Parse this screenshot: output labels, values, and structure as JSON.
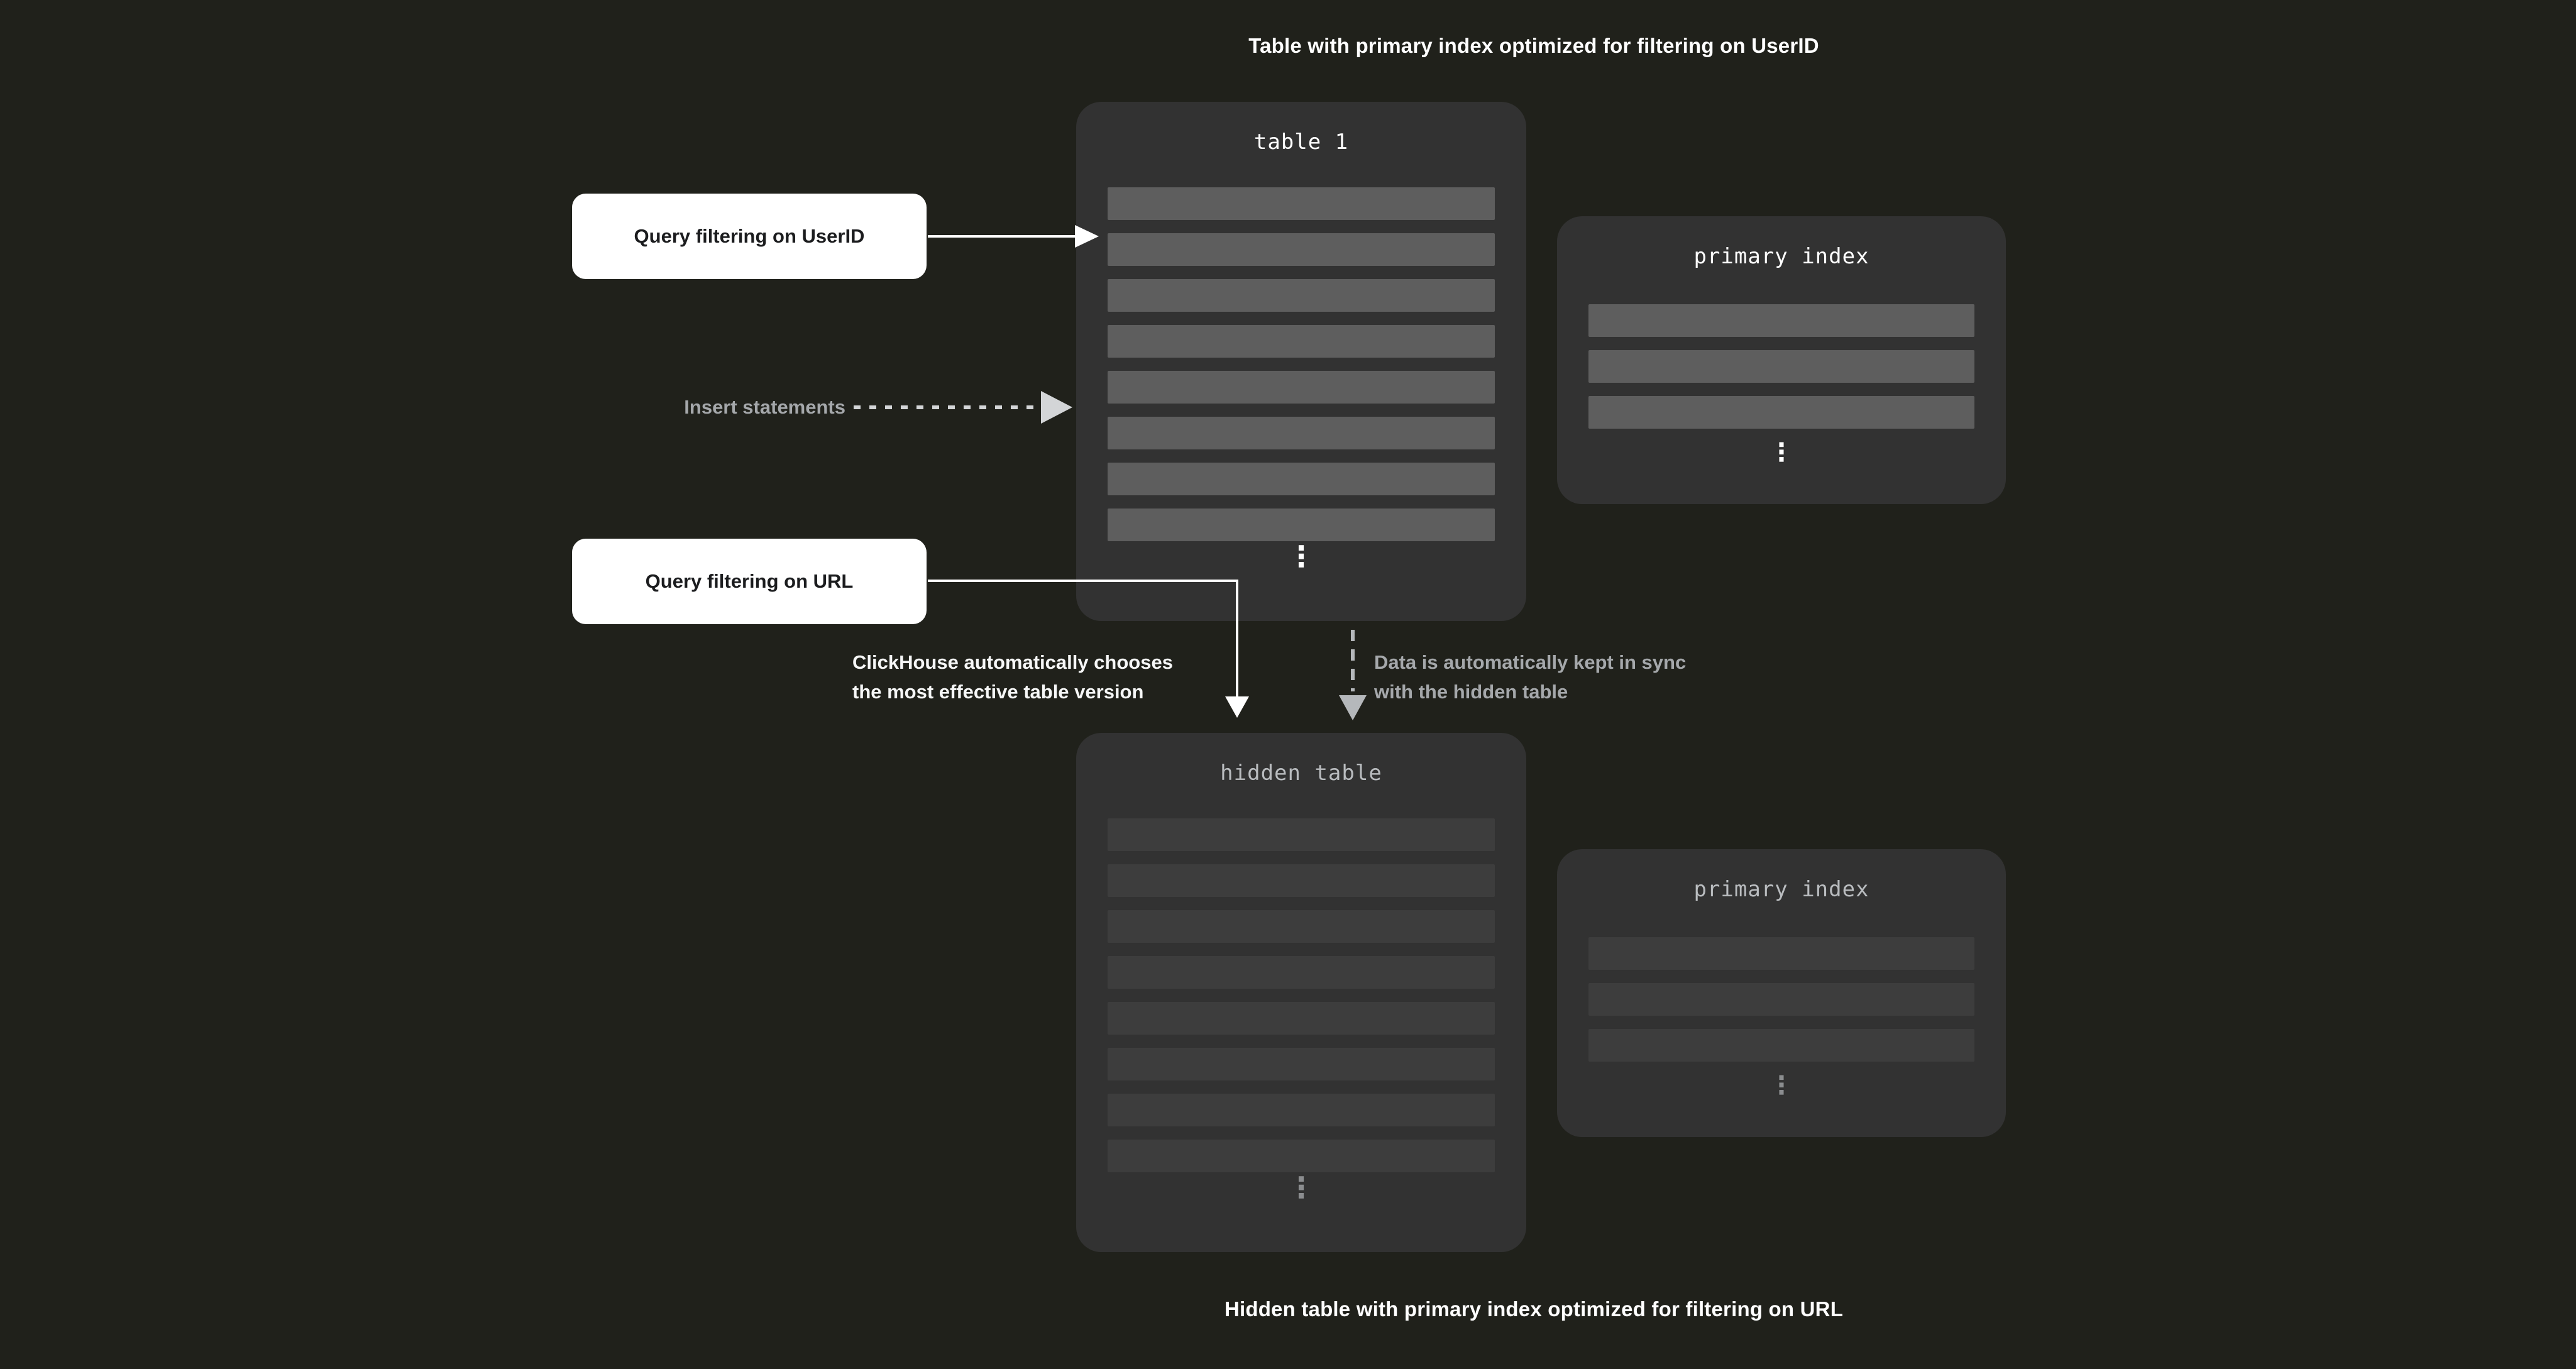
{
  "captions": {
    "top": "Table with primary index optimized for filtering on UserID",
    "bottom": "Hidden table with primary index optimized for filtering on URL"
  },
  "table1": {
    "title": "table 1",
    "row_count": 8,
    "more": "⋮"
  },
  "primary_index_top": {
    "title": "primary index",
    "row_count": 3,
    "more": "⋮"
  },
  "hidden_table": {
    "title": "hidden table",
    "row_count": 8,
    "more": "⋮"
  },
  "primary_index_bottom": {
    "title": "primary index",
    "row_count": 3,
    "more": "⋮"
  },
  "labels": {
    "query_userid": "Query filtering on UserID",
    "query_url": "Query filtering on URL",
    "insert_statements": "Insert statements",
    "auto_choose_line1": "ClickHouse automatically chooses",
    "auto_choose_line2": "the most effective table version",
    "sync_line1": "Data is automatically kept in sync",
    "sync_line2": "with the hidden table"
  },
  "colors": {
    "background": "#20211b",
    "panel": "#323232",
    "row_bright": "#5e5e5e",
    "row_dim": "#3d3d3d",
    "text_white": "#ffffff",
    "text_gray": "#a5a8ab",
    "mono_dim": "#b9bcbf",
    "arrow_white": "#ffffff",
    "arrow_gray_dashed": "#b5b8bb",
    "insert_arrow_gray": "#d3d5d7"
  }
}
